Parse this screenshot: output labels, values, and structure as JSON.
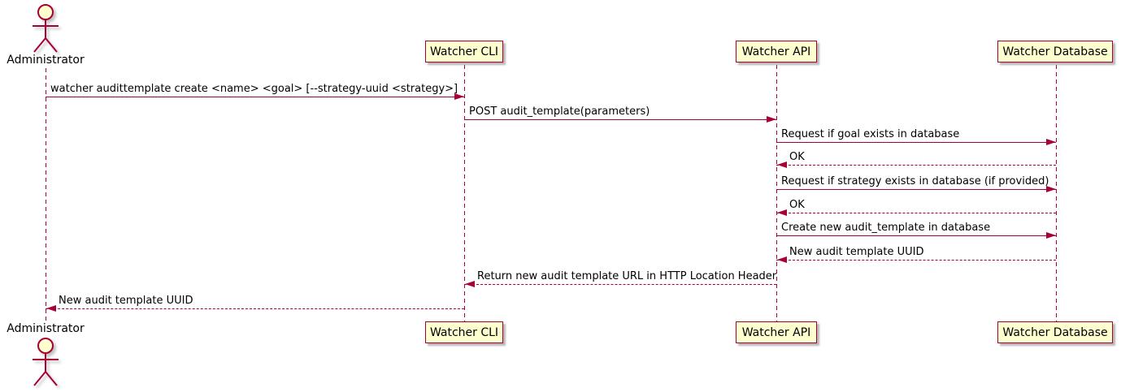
{
  "diagram_type": "uml-sequence-diagram",
  "colors": {
    "accent_line": "#A80036",
    "participant_fill": "#FEFECE",
    "text": "#000000",
    "background": "#FFFFFF"
  },
  "actors": [
    {
      "name": "Administrator"
    }
  ],
  "participants": [
    {
      "label": "Watcher CLI"
    },
    {
      "label": "Watcher API"
    },
    {
      "label": "Watcher Database"
    }
  ],
  "messages": [
    {
      "text": "watcher audittemplate create <name> <goal> [--strategy-uuid <strategy>]",
      "from": "Administrator",
      "to": "Watcher CLI",
      "line": "solid"
    },
    {
      "text": "POST audit_template(parameters)",
      "from": "Watcher CLI",
      "to": "Watcher API",
      "line": "solid"
    },
    {
      "text": "Request if goal exists in database",
      "from": "Watcher API",
      "to": "Watcher Database",
      "line": "solid"
    },
    {
      "text": "OK",
      "from": "Watcher Database",
      "to": "Watcher API",
      "line": "dotted"
    },
    {
      "text": "Request if strategy exists in database (if provided)",
      "from": "Watcher API",
      "to": "Watcher Database",
      "line": "solid"
    },
    {
      "text": "OK",
      "from": "Watcher Database",
      "to": "Watcher API",
      "line": "dotted"
    },
    {
      "text": "Create new audit_template in database",
      "from": "Watcher API",
      "to": "Watcher Database",
      "line": "solid"
    },
    {
      "text": "New audit template UUID",
      "from": "Watcher Database",
      "to": "Watcher API",
      "line": "dotted"
    },
    {
      "text": "Return new audit template URL in HTTP Location Header",
      "from": "Watcher API",
      "to": "Watcher CLI",
      "line": "dotted"
    },
    {
      "text": "New audit template UUID",
      "from": "Watcher CLI",
      "to": "Administrator",
      "line": "dotted"
    }
  ]
}
